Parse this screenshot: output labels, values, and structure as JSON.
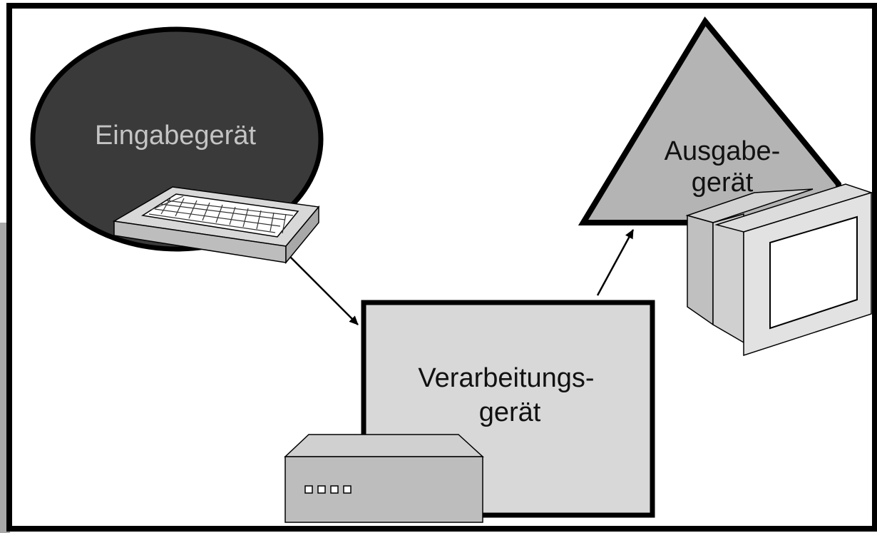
{
  "nodes": {
    "input": {
      "label": "Eingabegerät",
      "fill": "#3a3a3a",
      "text_color": "#c4c4c4"
    },
    "processing": {
      "label_line1": "Verarbeitungs-",
      "label_line2": "gerät",
      "fill": "#d8d8d8",
      "text_color": "#111111"
    },
    "output": {
      "label_line1": "Ausgabe-",
      "label_line2": "gerät",
      "fill": "#b4b4b4",
      "text_color": "#111111"
    }
  },
  "devices": {
    "keyboard": {
      "icon": "keyboard-icon"
    },
    "computer": {
      "icon": "desktop-computer-icon"
    },
    "monitor": {
      "icon": "monitor-icon"
    }
  },
  "edges": [
    {
      "from": "input",
      "to": "processing"
    },
    {
      "from": "processing",
      "to": "output"
    }
  ],
  "colors": {
    "frame": "#000000",
    "background": "#ffffff",
    "left_band": "#a8a8a8",
    "device_body": "#e2e2e2",
    "device_shade": "#bdbdbd"
  }
}
